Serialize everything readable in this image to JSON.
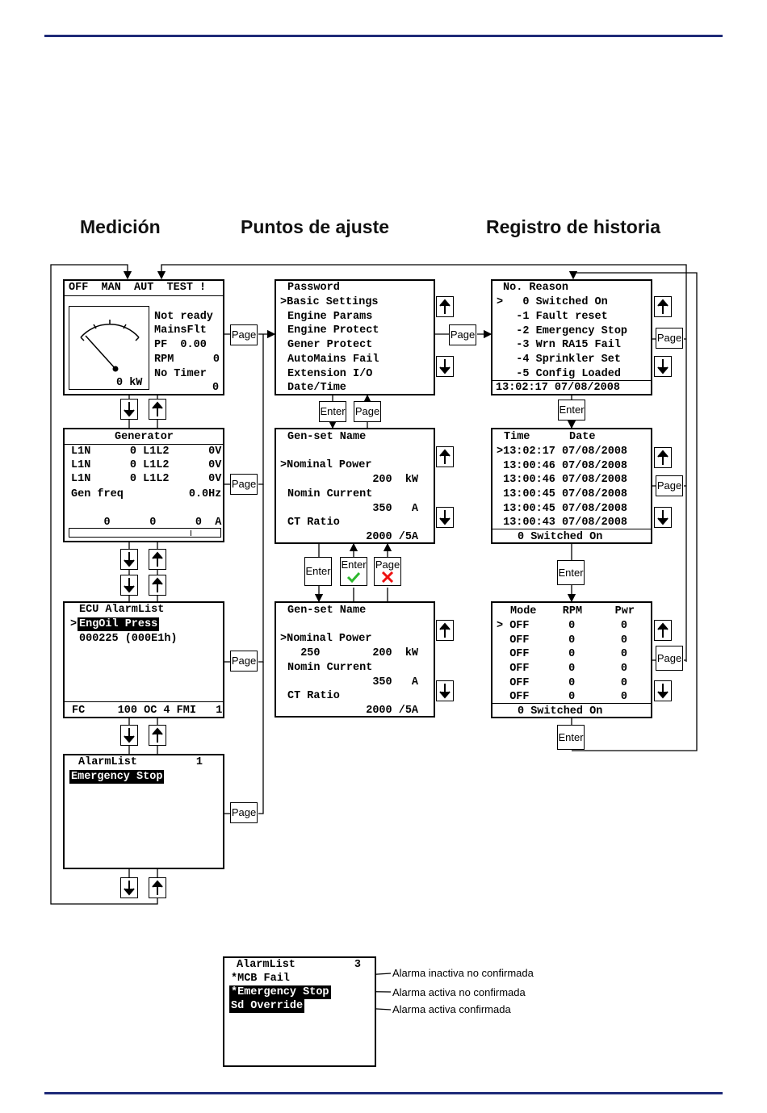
{
  "titles": {
    "measurement": "Medición",
    "setpoints": "Puntos de ajuste",
    "history": "Registro de historia"
  },
  "buttons": {
    "page": "Page",
    "enter": "Enter"
  },
  "icons": {
    "up": "up-arrow-icon",
    "down": "down-arrow-icon",
    "confirm": "check-icon",
    "cancel": "cross-icon"
  },
  "measurement": {
    "main": {
      "modes": "OFF  MAN  AUT  TEST !",
      "status": [
        "Not ready",
        "MainsFlt",
        "PF  0.00",
        "RPM      0",
        "No Timer"
      ],
      "power": "0 kW",
      "timer_value": "0"
    },
    "generator": {
      "title": "Generator",
      "lines": [
        "L1N      0 L1L2      0V",
        "L1N      0 L1L2      0V",
        "L1N      0 L1L2      0V",
        "Gen freq          0.0Hz"
      ],
      "currents": "     0      0      0  A"
    },
    "ecu": {
      "title": "ECU AlarmList",
      "selected": "EngOil Press",
      "code": "000225 (000E1h)",
      "footer": "FC     100 OC 4 FMI   1"
    },
    "alarm": {
      "title": "AlarmList         1",
      "selected": "Emergency Stop"
    }
  },
  "setpoints": {
    "groups": [
      "Password",
      ">Basic Settings",
      "Engine Params",
      "Engine Protect",
      "Gener Protect",
      "AutoMains Fail",
      "Extension I/O",
      "Date/Time"
    ],
    "basic": {
      "lines": [
        "Gen-set Name",
        "",
        ">Nominal Power",
        "             200  kW",
        "Nomin Current",
        "             350   A",
        "CT Ratio",
        "            2000 /5A"
      ]
    },
    "edit": {
      "lines": [
        "Gen-set Name",
        "",
        ">Nominal Power",
        "  250        200  kW",
        "Nomin Current",
        "             350   A",
        "CT Ratio",
        "            2000 /5A"
      ]
    }
  },
  "history": {
    "reasons": {
      "header": "No. Reason",
      "rows": [
        ">   0 Switched On",
        "   -1 Fault reset",
        "   -2 Emergency Stop",
        "   -3 Wrn RA15 Fail",
        "   -4 Sprinkler Set",
        "   -5 Config Loaded"
      ],
      "footer": "13:02:17 07/08/2008"
    },
    "times": {
      "header": "Time      Date",
      "rows": [
        ">13:02:17 07/08/2008",
        " 13:00:46 07/08/2008",
        " 13:00:46 07/08/2008",
        " 13:00:45 07/08/2008",
        " 13:00:45 07/08/2008",
        " 13:00:43 07/08/2008"
      ],
      "footer": "0 Switched On"
    },
    "modes": {
      "header": "Mode    RPM     Pwr",
      "rows": [
        "> OFF      0       0",
        "  OFF      0       0",
        "  OFF      0       0",
        "  OFF      0       0",
        "  OFF      0       0",
        "  OFF      0       0"
      ],
      "footer": "0 Switched On"
    }
  },
  "legend": {
    "title": "AlarmList         3",
    "row1": "*MCB Fail",
    "row2": "*Emergency Stop",
    "row3": "Sd Override",
    "labels": [
      "Alarma inactiva no confirmada",
      "Alarma activa no confirmada",
      "Alarma activa confirmada"
    ]
  }
}
